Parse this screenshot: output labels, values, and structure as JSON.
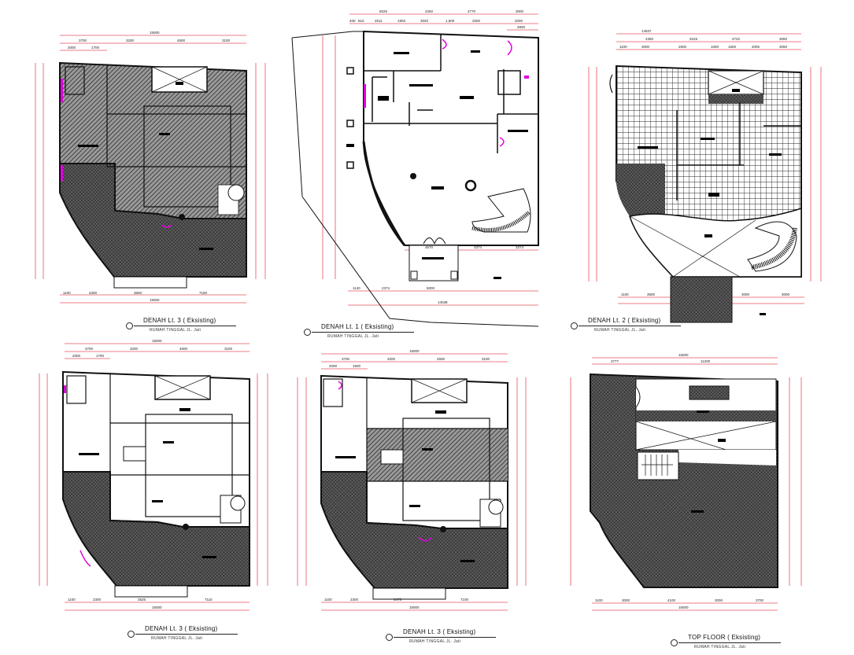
{
  "drawing": {
    "colors": {
      "wall": "#111111",
      "dimension_line": "#e8505b",
      "door_highlight": "#e000e0",
      "hatch": "#333333",
      "background": "#ffffff"
    },
    "plans": [
      {
        "id": "plan-top-left",
        "title": "DENAH Lt. 3 ( Eksisting)",
        "subtitle": "RUMAH TINGGAL JL. Jati",
        "dims_top_total": "15000",
        "dims_top_row1": [
          "3700",
          "3200",
          "4500",
          "3100"
        ],
        "dims_top_row2": [
          "2000",
          "1700"
        ],
        "dims_bottom": [
          "1100",
          "2300",
          "3600",
          "7150"
        ],
        "dims_bottom_total": "15000"
      },
      {
        "id": "plan-top-middle",
        "title": "DENAH Lt. 1 ( Eksisting)",
        "subtitle": "RUMAH TINGGAL JL. Jati",
        "dims_top_row1": [
          "5025",
          "2250",
          "4770",
          "3000"
        ],
        "dims_top_row2": [
          "400",
          "810",
          "2611",
          "1903",
          "3020",
          "1,500",
          "2500",
          "2000"
        ],
        "dims_top_row3": [
          "2800"
        ],
        "dims_front": [
          "4670",
          "3374",
          "3374"
        ],
        "dims_bottom": [
          "1140",
          "2374",
          "5000"
        ],
        "dims_bottom_total": "14038"
      },
      {
        "id": "plan-top-right",
        "title": "DENAH Lt. 2 ( Eksisting)",
        "subtitle": "RUMAH TINGGAL JL. Jati",
        "dims_top_total": "14937",
        "dims_top_row1": [
          "4350",
          "3315",
          "4722",
          "3050"
        ],
        "dims_top_row2": [
          "1100",
          "3000",
          "2500",
          "1000",
          "1600",
          "2005",
          "3050"
        ],
        "dims_bottom": [
          "1100",
          "3500",
          "3000",
          "3000"
        ]
      },
      {
        "id": "plan-bottom-left",
        "title": "DENAH Lt. 3 ( Eksisting)",
        "subtitle": "RUMAH TINGGAL JL. Jati",
        "dims_top_total": "15000",
        "dims_top_row1": [
          "3700",
          "3200",
          "4500",
          "3100"
        ],
        "dims_top_row2": [
          "2000",
          "1700"
        ],
        "dims_bottom": [
          "1100",
          "2300",
          "3525",
          "7115"
        ],
        "dims_bottom_total": "15000"
      },
      {
        "id": "plan-bottom-middle",
        "title": "DENAH Lt. 3 ( Eksisting)",
        "subtitle": "RUMAH TINGGAL JL. Jati",
        "dims_top_total": "15000",
        "dims_top_row1": [
          "3700",
          "3200",
          "4500",
          "3100"
        ],
        "dims_top_row2": [
          "2000",
          "1500"
        ],
        "dims_bottom": [
          "1100",
          "2300",
          "3475",
          "7100"
        ],
        "dims_bottom_total": "15000"
      },
      {
        "id": "plan-bottom-right",
        "title": "TOP FLOOR ( Eksisting)",
        "subtitle": "RUMAH TINGGAL JL. Jati",
        "dims_top_total": "15000",
        "dims_top_row1": [
          "3777",
          "11200"
        ],
        "dims_bottom": [
          "1100",
          "3000",
          "4100",
          "3000",
          "3700"
        ],
        "dims_bottom_total": "15000"
      }
    ]
  }
}
